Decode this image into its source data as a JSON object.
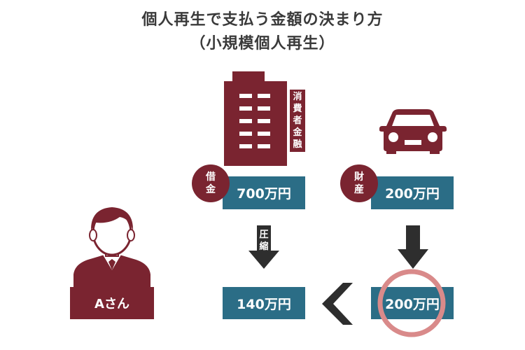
{
  "title_line1": "個人再生で支払う金額の決まり方",
  "title_line2": "（小規模個人再生）",
  "lender_label": "消費者金融",
  "debt": {
    "badge": [
      "借",
      "金"
    ],
    "amount": "700万円"
  },
  "asset": {
    "badge": [
      "財",
      "産"
    ],
    "amount": "200万円"
  },
  "compress_label": [
    "圧",
    "縮"
  ],
  "compressed_amount": "140万円",
  "final_amount": "200万円",
  "person_label": "Aさん",
  "colors": {
    "accent_maroon": "#7a2430",
    "box_teal": "#2b6d86",
    "arrow_dark": "#2e2e2e",
    "highlight_ring": "#d98a8a"
  },
  "icons": [
    "building-icon",
    "car-icon",
    "person-icon",
    "arrow-down-icon",
    "chevron-left-icon"
  ]
}
